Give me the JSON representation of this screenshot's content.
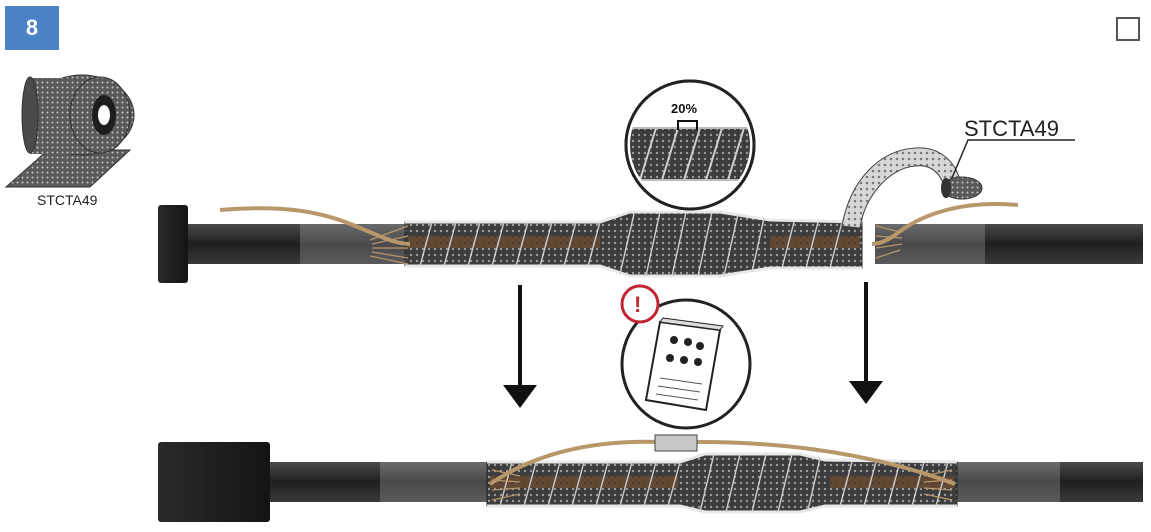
{
  "step": {
    "number": "8"
  },
  "product": {
    "code": "STCTA49"
  },
  "callout": {
    "product_code": "STCTA49"
  },
  "zoom_detail": {
    "overlap_label": "20%"
  },
  "warning": {
    "symbol": "!"
  },
  "colors": {
    "badge": "#4a82c4",
    "cable": "#2c2c2e",
    "wire": "#b8976a",
    "warning": "#c0272d"
  },
  "icons": [
    "mesh-roll-icon",
    "arrow-down-icon",
    "warning-icon",
    "manual-icon",
    "checkbox-icon"
  ]
}
